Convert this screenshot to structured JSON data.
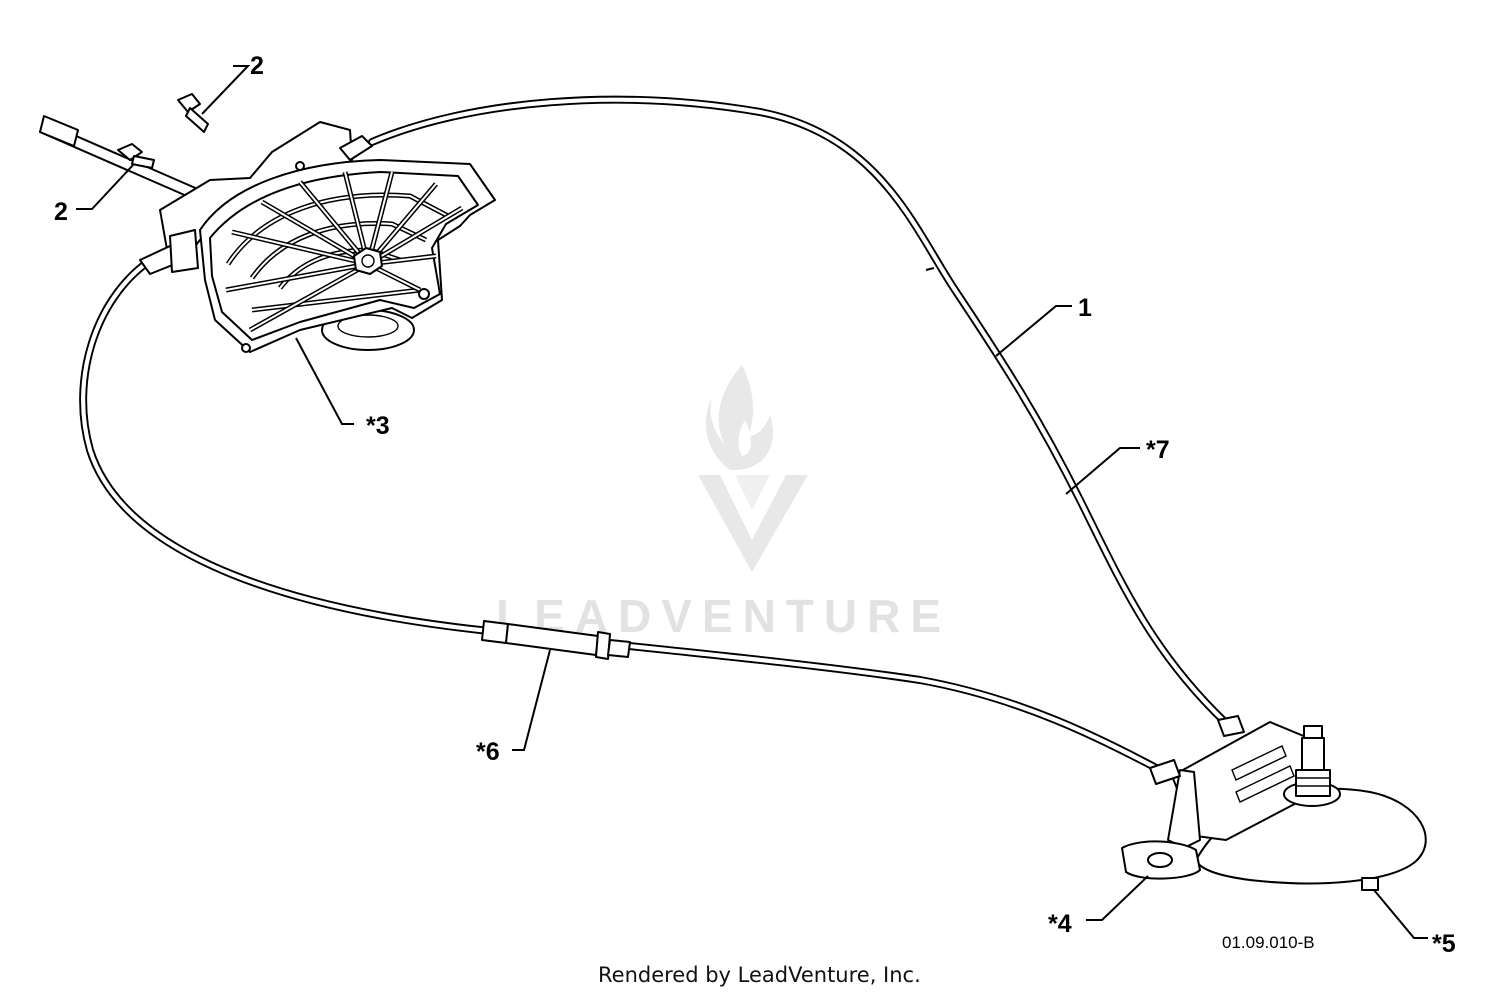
{
  "diagram": {
    "callouts": {
      "c1": "1",
      "c2_top": "2",
      "c2_left": "2",
      "c3": "*3",
      "c4": "*4",
      "c5": "*5",
      "c6": "*6",
      "c7": "*7"
    },
    "drawing_ref": "01.09.010-B",
    "footer": "Rendered by LeadVenture, Inc.",
    "watermark": "LEADVENTURE"
  },
  "colors": {
    "ink": "#000000",
    "background": "#ffffff",
    "watermark": "#e2e2e2"
  },
  "icons": [
    "shift-lever-plate",
    "control-cable",
    "cable-bracket",
    "bolt",
    "threaded-shaft",
    "leadventure-logo"
  ]
}
